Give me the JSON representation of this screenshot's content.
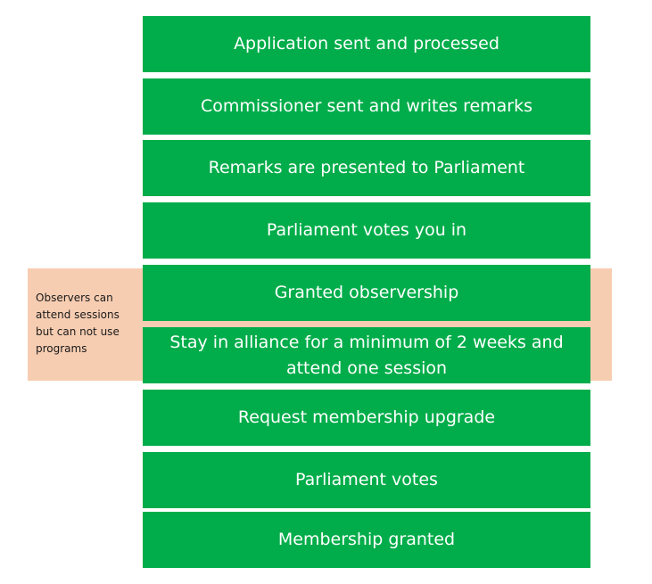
{
  "steps": [
    "Application sent and processed",
    "Commissioner sent and writes remarks",
    "Remarks are presented to Parliament",
    "Parliament votes you in",
    "Granted observership",
    "Stay in alliance for a minimum of 2 weeks and attend one session",
    "Request membership upgrade",
    "Parliament votes",
    "Membership granted"
  ],
  "side_note": "Observers can\nattend sessions\nbut can not use\nprograms",
  "colors": {
    "step_fill": "#00ad4a",
    "highlight_band": "#f7cdb2",
    "text_on_step": "#ffffff"
  }
}
